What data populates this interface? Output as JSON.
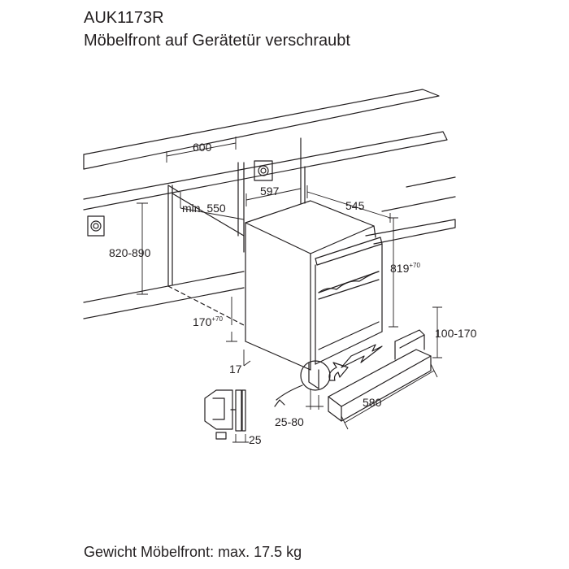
{
  "header": {
    "model": "AUK1173R",
    "description": "Möbelfront auf Gerätetür verschraubt"
  },
  "dimensions": {
    "niche_width": "600",
    "appliance_width": "597",
    "niche_depth_min": "min. 550",
    "appliance_depth": "545",
    "niche_height": "820-890",
    "appliance_height": "819",
    "appliance_height_tol": "+70",
    "plinth_height": "170",
    "plinth_height_tol": "+70",
    "offset_17": "17",
    "plinth_range": "100-170",
    "door_gap": "25-80",
    "plinth_width": "580",
    "hinge_thickness": "25"
  },
  "footer": {
    "weight_note": "Gewicht Möbelfront: max. 17.5 kg"
  }
}
